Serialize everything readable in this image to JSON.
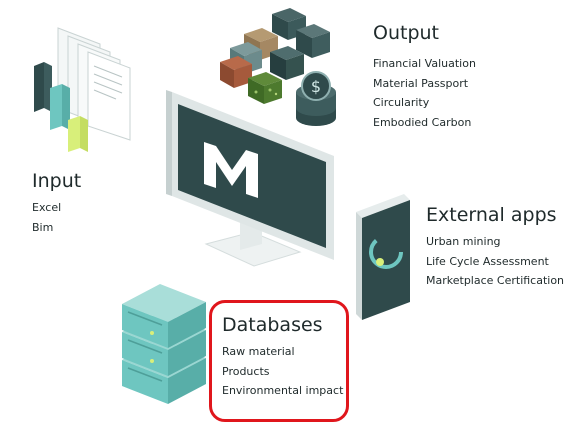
{
  "sections": {
    "output": {
      "title": "Output",
      "items": [
        "Financial Valuation",
        "Material Passport",
        "Circularity",
        "Embodied Carbon"
      ]
    },
    "input": {
      "title": "Input",
      "items": [
        "Excel",
        "Bim"
      ]
    },
    "external_apps": {
      "title": "External apps",
      "items": [
        "Urban mining",
        "Life Cycle Assessment",
        "Marketplace Certification"
      ]
    },
    "databases": {
      "title": "Databases",
      "items": [
        "Raw material",
        "Products",
        "Environmental impact"
      ]
    }
  },
  "colors": {
    "dark_teal": "#2f4a4b",
    "teal": "#6ec6c0",
    "highlight_red": "#e0161c",
    "text": "#1f2a2b"
  },
  "icons": [
    "document-stack-icon",
    "cube-cluster-icon",
    "coin-stack-icon",
    "monitor-logo-icon",
    "tablet-icon",
    "server-stack-icon"
  ]
}
